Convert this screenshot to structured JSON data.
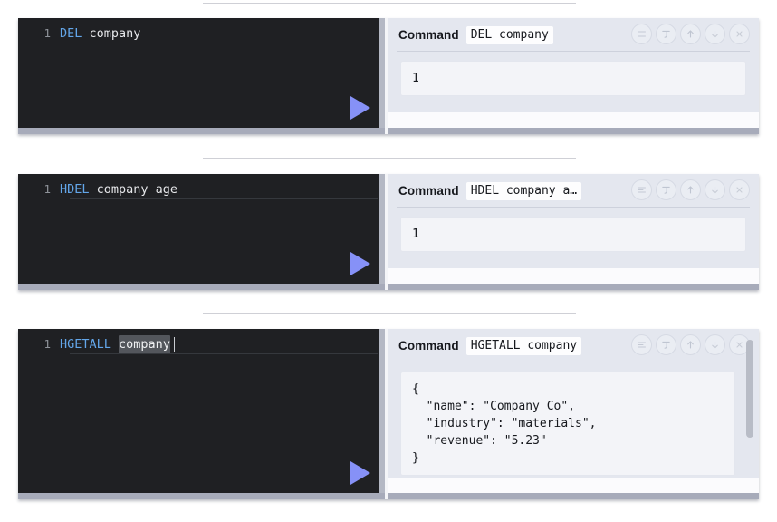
{
  "app": {
    "background": "#ffffff",
    "editor_bg": "#1f2023",
    "output_bg": "#e4e7ef",
    "accent_run": "#8691f7",
    "keyword_color": "#63a6e9",
    "selection_color": "#53565c"
  },
  "toolbar_icons": [
    {
      "name": "align-left-icon",
      "title": "Align"
    },
    {
      "name": "pin-icon",
      "title": "Pin"
    },
    {
      "name": "arrow-up-icon",
      "title": "Move up"
    },
    {
      "name": "arrow-down-icon",
      "title": "Move down"
    },
    {
      "name": "close-icon",
      "title": "Close"
    }
  ],
  "cells": [
    {
      "id": "cell-del",
      "editor": {
        "line_number": "1",
        "keyword": "DEL",
        "args": " company",
        "selected_text": "",
        "trailing": "",
        "show_caret": false,
        "run_label": "run-cell"
      },
      "output": {
        "label": "Command",
        "command": "DEL company",
        "result": "1",
        "has_scrollbar": false
      }
    },
    {
      "id": "cell-hdel",
      "editor": {
        "line_number": "1",
        "keyword": "HDEL",
        "args": " company age",
        "selected_text": "",
        "trailing": "",
        "show_caret": false,
        "run_label": "run-cell"
      },
      "output": {
        "label": "Command",
        "command": "HDEL company a…",
        "result": "1",
        "has_scrollbar": false
      }
    },
    {
      "id": "cell-hgetall",
      "editor": {
        "line_number": "1",
        "keyword": "HGETALL",
        "args": " ",
        "selected_text": "company",
        "trailing": "",
        "show_caret": true,
        "run_label": "run-cell"
      },
      "output": {
        "label": "Command",
        "command": "HGETALL company",
        "result": "{\n  \"name\": \"Company Co\",\n  \"industry\": \"materials\",\n  \"revenue\": \"5.23\"\n}",
        "has_scrollbar": true
      }
    }
  ]
}
